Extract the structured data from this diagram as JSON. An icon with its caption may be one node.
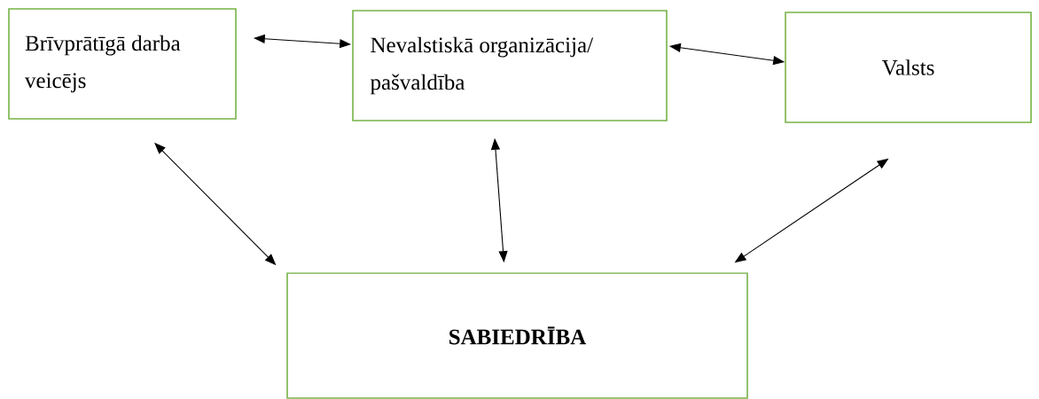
{
  "diagram": {
    "nodes": [
      {
        "text": [
          "Brīvprātīgā darba veicējs"
        ]
      },
      {
        "text": [
          "Nevalstiskā organizācija/ pašvaldība"
        ]
      },
      {
        "text": [
          "Valsts"
        ]
      },
      {
        "text": [
          "SABIEDRĪBA"
        ]
      }
    ],
    "edges": [
      {
        "from": 0,
        "to": 1,
        "arrow": "both"
      },
      {
        "from": 1,
        "to": 2,
        "arrow": "both"
      },
      {
        "from": 0,
        "to": 3,
        "arrow": "both"
      },
      {
        "from": 1,
        "to": 3,
        "arrow": "both"
      },
      {
        "from": 2,
        "to": 3,
        "arrow": "both"
      }
    ]
  }
}
